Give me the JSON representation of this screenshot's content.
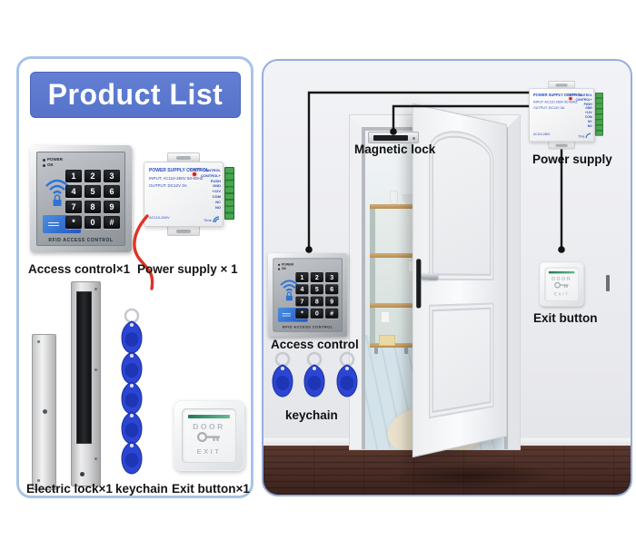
{
  "left_panel": {
    "title": "Product List",
    "captions": {
      "access_control": "Access control×1",
      "power_supply": "Power supply × 1",
      "electric_lock": "Electric lock×1",
      "keychain": "keychain",
      "exit_button": "Exit button×1"
    }
  },
  "right_panel": {
    "labels": {
      "magnetic_lock": "Magnetic lock",
      "power_supply": "Power supply",
      "access_control": "Access control",
      "keychain": "keychain",
      "exit_button": "Exit button"
    }
  },
  "access_control_device": {
    "led1": "POWER",
    "led2": "OK",
    "keys": [
      "1",
      "2",
      "3",
      "4",
      "5",
      "6",
      "7",
      "8",
      "9",
      "*",
      "0",
      "#"
    ],
    "footer": "RFID ACCESS CONTROL"
  },
  "power_supply_device": {
    "title": "POWER SUPPLY CONTROL",
    "input": "INPUT: AC110-260V 50-60HZ",
    "output": "OUTPUT: DC12V 3A",
    "power_led": "POWER",
    "terminals": [
      "CONTROL",
      "CONTROL+",
      "PUSH",
      "GND",
      "+12V",
      "COM",
      "NC",
      "NO"
    ],
    "model": "AC110-260V",
    "time": "Time"
  },
  "exit_button_device": {
    "door": "DOOR",
    "exit": "EXIT"
  },
  "colors": {
    "header_blue": "#5b79ce",
    "panel_border_blue": "#a7c4e7",
    "keyfob_blue": "#2b46d4",
    "terminal_green": "#3d9b45",
    "wire_red": "#e03325",
    "wire_black": "#161616",
    "floor_brown": "#452b25",
    "exit_green_bar": "#1f7a52"
  }
}
